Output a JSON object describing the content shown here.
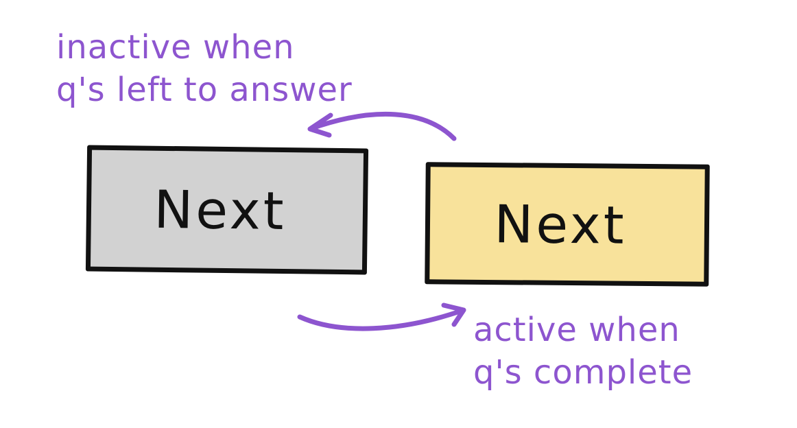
{
  "annotations": {
    "inactive": {
      "line1": "inactive when",
      "line2": "q's left to answer"
    },
    "active": {
      "line1": "active when",
      "line2": "q's complete"
    }
  },
  "buttons": {
    "inactive_label": "Next",
    "active_label": "Next"
  },
  "colors": {
    "annotation": "#8d55cf",
    "inactive_fill": "#d2d2d2",
    "active_fill": "#f8e29b",
    "outline": "#111111"
  }
}
